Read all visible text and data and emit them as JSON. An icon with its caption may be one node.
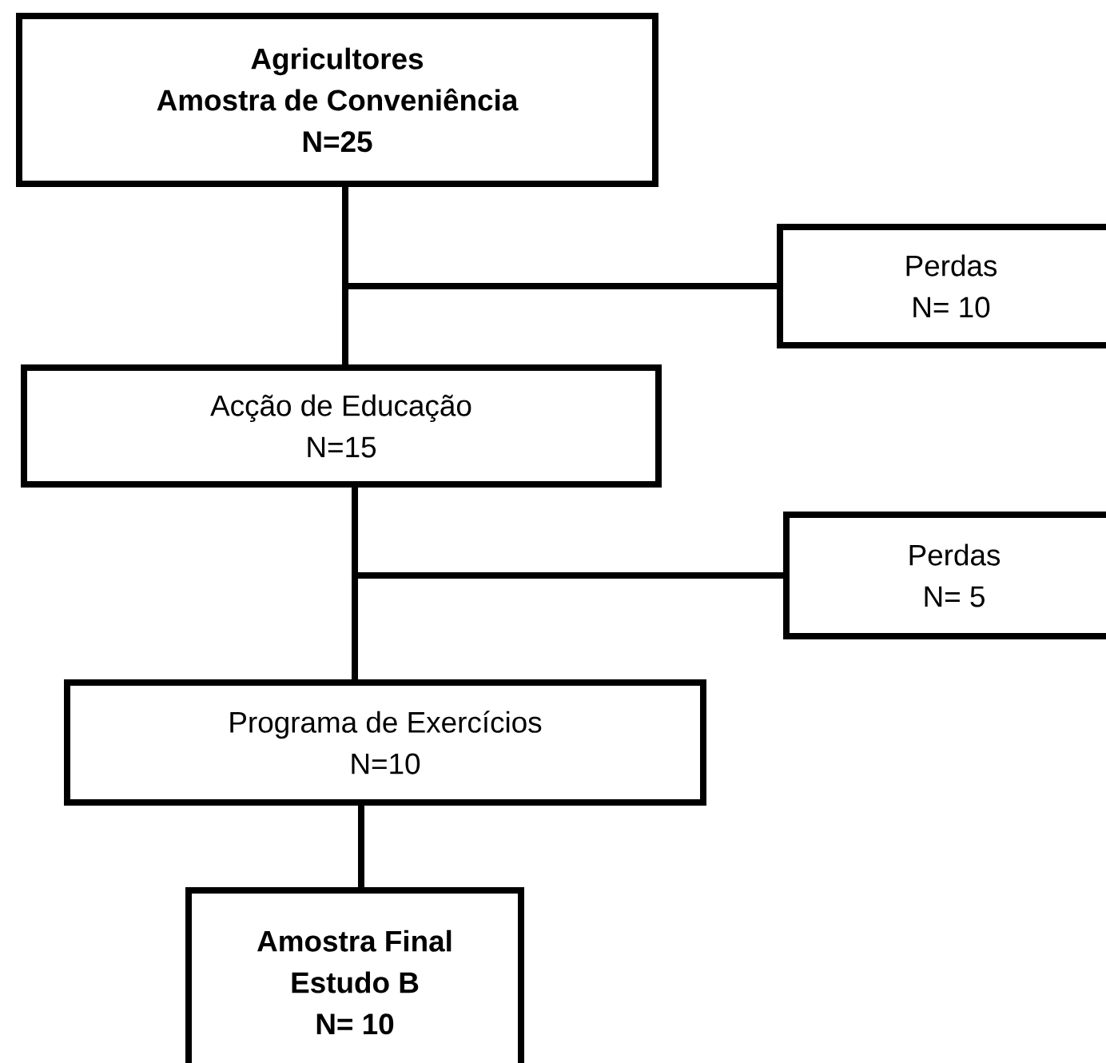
{
  "diagram": {
    "nodes": [
      {
        "text": [
          "Agricultores",
          "Amostra de Conveniência",
          "N=25"
        ]
      },
      {
        "text": [
          "Perdas",
          "N= 10"
        ]
      },
      {
        "text": [
          "Acção de Educação",
          "N=15"
        ]
      },
      {
        "text": [
          "Perdas",
          "N= 5"
        ]
      },
      {
        "text": [
          "Programa de Exercícios",
          "N=10"
        ]
      },
      {
        "text": [
          "Amostra Final",
          "Estudo B",
          "N= 10"
        ]
      }
    ],
    "edges": [
      {
        "from": 0,
        "to": 2,
        "arrow": "none"
      },
      {
        "from": 0,
        "to": 1,
        "arrow": "none"
      },
      {
        "from": 2,
        "to": 4,
        "arrow": "none"
      },
      {
        "from": 2,
        "to": 3,
        "arrow": "none"
      },
      {
        "from": 4,
        "to": 5,
        "arrow": "none"
      }
    ]
  }
}
